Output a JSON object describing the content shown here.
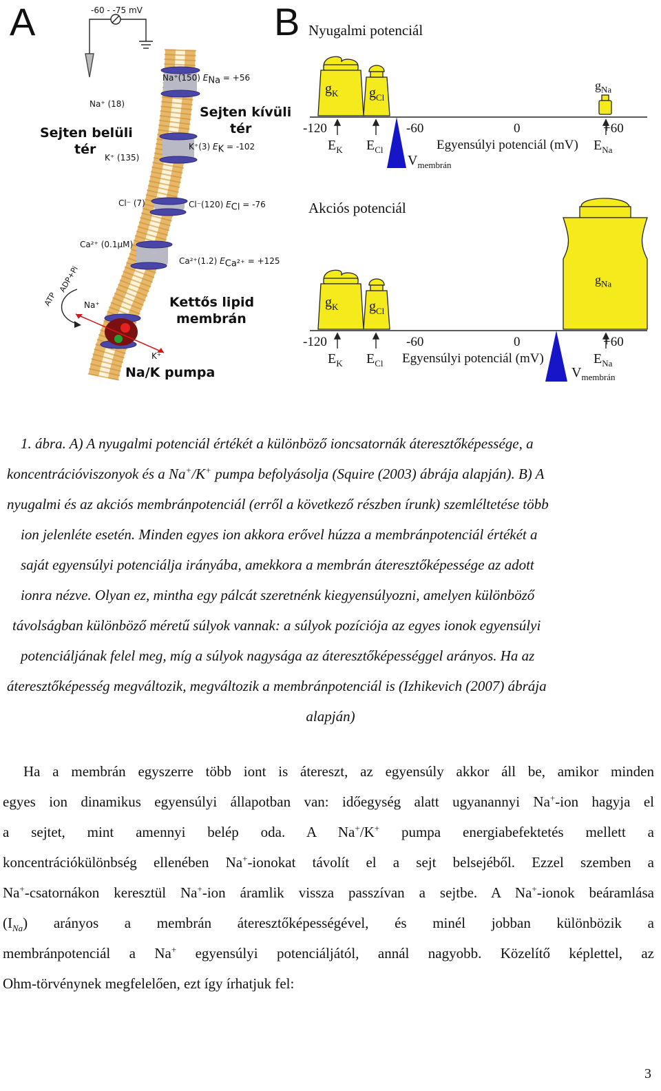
{
  "figure": {
    "panel_a": {
      "letter": "A",
      "voltmeter": "-60 - -75 mV",
      "inside_label_1": "Sejten belüli",
      "inside_label_2": "tér",
      "outside_label_1": "Sejten kívüli",
      "outside_label_2": "tér",
      "na_in": "Na⁺ (18)",
      "na_out": "Na⁺(150)",
      "e_na": "E",
      "e_na_sub": "Na",
      "e_na_val": "= +56",
      "k_in": "K⁺ (135)",
      "k_out": "K⁺(3)",
      "e_k": "E",
      "e_k_sub": "K",
      "e_k_val": "= -102",
      "cl_in": "Cl⁻ (7)",
      "cl_out": "Cl⁻(120)",
      "e_cl": "E",
      "e_cl_sub": "Cl",
      "e_cl_val": "= -76",
      "ca_in": "Ca²⁺ (0.1μM)",
      "ca_out": "Ca²⁺(1.2)",
      "e_ca": "E",
      "e_ca_sub": "Ca²⁺",
      "e_ca_val": "= +125",
      "atp": "ATP",
      "adp": "ADP+Pi",
      "pump_na": "Na⁺",
      "pump_k": "K⁺",
      "lipid_1": "Kettős lipid",
      "lipid_2": "membrán",
      "pump_label": "Na/K pumpa"
    },
    "panel_b": {
      "letter": "B",
      "resting_title": "Nyugalmi potenciál",
      "action_title": "Akciós potenciál",
      "axis_label_rest": "Egyensúlyi potenciál (mV)",
      "axis_label_action": "Egyensúlyi potenciál (mV)",
      "ticks": [
        "-120",
        "-60",
        "0",
        "+60"
      ],
      "g_k": "g",
      "g_k_sub": "K",
      "g_cl": "g",
      "g_cl_sub": "Cl",
      "g_na": "g",
      "g_na_sub": "Na",
      "e_k": "E",
      "e_k_sub": "K",
      "e_cl": "E",
      "e_cl_sub": "Cl",
      "e_na": "E",
      "e_na_sub": "Na",
      "v": "V",
      "v_sub": "membrán",
      "colors": {
        "weight": "#f4ea1c",
        "triangle": "#1616c8"
      }
    }
  },
  "caption": {
    "l1": "1. ábra.  A) A nyugalmi potenciál értékét a különböző ioncsatornák áteresztőképessége, a",
    "l2a": "koncentrációviszonyok és a Na",
    "l2b": "/K",
    "l2c": " pumpa befolyásolja (Squire (2003) ábrája alapján). B) A",
    "l3": "nyugalmi és az akciós membránpotenciál (erről a következő részben írunk) szemléltetése több",
    "l4": "ion jelenléte esetén. Minden egyes ion akkora erővel húzza a membránpotenciál értékét a",
    "l5": "saját egyensúlyi potenciálja irányába, amekkora a membrán áteresztőképessége az adott",
    "l6": "ionra nézve. Olyan ez, mintha egy pálcát szeretnénk kiegyensúlyozni, amelyen különböző",
    "l7": "távolságban különböző méretű súlyok vannak: a súlyok pozíciója az egyes ionok egyensúlyi",
    "l8": "potenciáljának felel meg, míg a súlyok nagysága az áteresztőképességgel arányos. Ha az",
    "l9": "áteresztőképesség megváltozik, megváltozik a membránpotenciál is (Izhikevich (2007) ábrája",
    "l10": "alapján)",
    "plus": "+"
  },
  "body": {
    "l1": "Ha a membrán egyszerre több iont is átereszt, az egyensúly akkor áll be, amikor minden",
    "l2a": "egyes ion dinamikus egyensúlyi állapotban van: időegység alatt ugyanannyi Na",
    "l2b": "-ion hagyja el",
    "l3a": "a sejtet, mint amennyi belép oda. A Na",
    "l3b": "/K",
    "l3c": " pumpa energiabefektetés mellett a",
    "l4a": "koncentrációkülönbség ellenében Na",
    "l4b": "-ionokat távolít el a sejt belsejéből. Ezzel szemben a",
    "l5a": "Na",
    "l5b": "-csatornákon keresztül Na",
    "l5c": "-ion áramlik vissza passzívan a sejtbe. A Na",
    "l5d": "-ionok beáramlása",
    "l6a": "(I",
    "l6sub": "Na",
    "l6b": ") arányos a membrán áteresztőképességével, és minél jobban különbözik a",
    "l7a": "membránpotenciál a Na",
    "l7b": " egyensúlyi potenciáljától, annál nagyobb. Közelítő képlettel, az",
    "l8": "Ohm-törvénynek megfelelően, ezt így írhatjuk fel:",
    "plus": "+"
  },
  "page_number": "3"
}
